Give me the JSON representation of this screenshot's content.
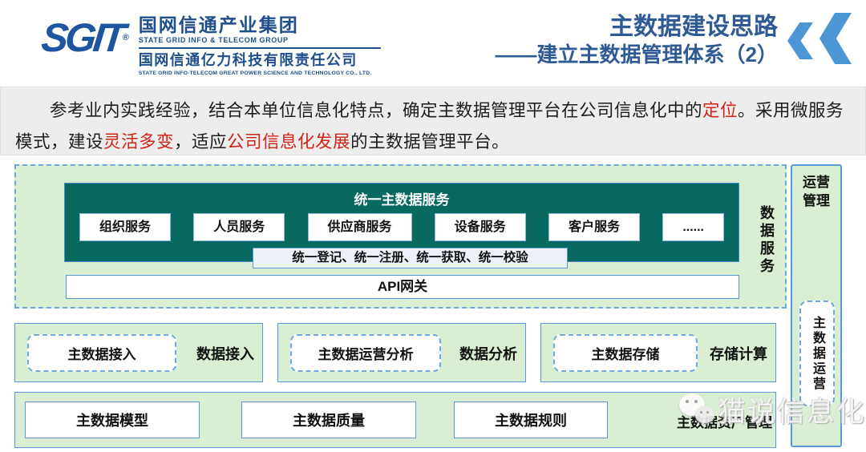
{
  "header": {
    "logo": {
      "mark": "SGIT",
      "registered": "®",
      "group_cn": "国网信通产业集团",
      "group_en": "STATE GRID INFO & TELECOM GROUP",
      "company_cn": "国网信通亿力科技有限责任公司",
      "company_en": "STATE GRID INFO-TELECOM GREAT POWER SCIENCE AND TECHNOLOGY CO., LTD."
    },
    "title_line1": "主数据建设思路",
    "title_line2": "——建立主数据管理体系（2）"
  },
  "summary": {
    "seg1": "参考业内实践经验，结合本单位信息化特点，确定主数据管理平台在公司信息化中的",
    "red1": "定位",
    "seg2": "。采用微服务模式，建设",
    "red2": "灵活多变",
    "seg3": "，适应",
    "red3": "公司信息化发展",
    "seg4": "的主数据管理平台。"
  },
  "diagram": {
    "unified_service": {
      "title": "统一主数据服务",
      "services": [
        "组织服务",
        "人员服务",
        "供应商服务",
        "设备服务",
        "客户服务",
        "......"
      ],
      "unify_bar": "统一登记、统一注册、统一获取、统一校验",
      "api_gateway": "API网关",
      "side_label": "数据服务"
    },
    "ops_management": {
      "title": "运营管理",
      "vertical_box": "主数据运营"
    },
    "capability_panels": [
      {
        "box": "主数据接入",
        "label": "数据接入"
      },
      {
        "box": "主数据运营分析",
        "label": "数据分析"
      },
      {
        "box": "主数据存储",
        "label": "存储计算"
      }
    ],
    "governance": {
      "box1": "主数据模型",
      "box2": "主数据质量",
      "box3": "主数据规则",
      "text4": "主数据资产管理"
    },
    "colors": {
      "teal": "#07695F",
      "panel_green": "#D9EED3",
      "border_blue": "#5B9BD5",
      "dashed_blue": "#6FA8DC",
      "title_blue": "#2E5B95",
      "chevron_blue": "#4D96D6",
      "highlight_red": "#D02418",
      "logo_blue": "#1F4E8C"
    }
  },
  "watermark": {
    "text": "猫说信息化"
  }
}
